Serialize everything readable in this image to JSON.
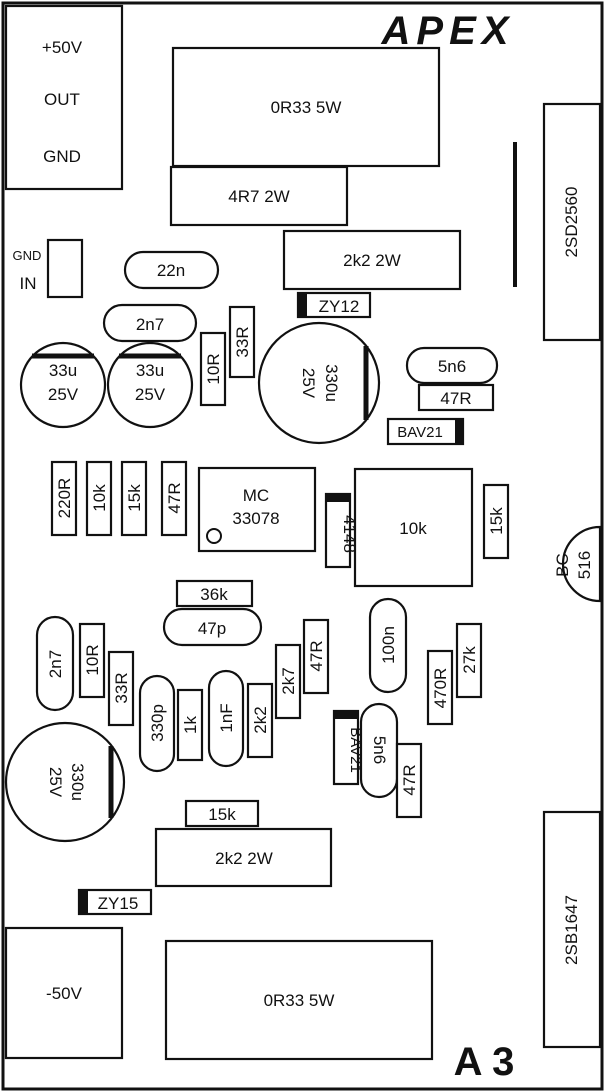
{
  "brand": "APEX",
  "board_id": "A 3",
  "terminals": {
    "top": [
      "+50V",
      "OUT",
      "GND"
    ],
    "input": [
      "GND",
      "IN"
    ],
    "bottom": "-50V"
  },
  "components": {
    "r_0r33_top": "0R33 5W",
    "r_4r7": "4R7 2W",
    "r_2k2_top": "2k2 2W",
    "q_2sd2560": "2SD2560",
    "c_22n": "22n",
    "zy12": "ZY12",
    "c_2n7_top": "2n7",
    "r_33r_top": "33R",
    "r_10r_top": "10R",
    "c_33u_left": [
      "33u",
      "25V"
    ],
    "c_33u_right": [
      "33u",
      "25V"
    ],
    "c_330u_top": [
      "330u",
      "25V"
    ],
    "c_5n6_top": "5n6",
    "r_47r_top": "47R",
    "bav21_top": "BAV21",
    "r_220r": "220R",
    "r_10k_small": "10k",
    "r_15k_left": "15k",
    "r_47r_left": "47R",
    "ic_mc33078": [
      "MC",
      "33078"
    ],
    "d_4148": "4148",
    "pot_10k": "10k",
    "r_15k_right": "15k",
    "q_bc516": [
      "BC",
      "516"
    ],
    "r_36k": "36k",
    "c_47p": "47p",
    "c_2n7_bottom": "2n7",
    "r_10r_bottom": "10R",
    "r_33r_bottom": "33R",
    "c_330p": "330p",
    "r_1k": "1k",
    "c_1nf": "1nF",
    "r_2k2_small": "2k2",
    "r_2k7": "2k7",
    "r_47r_mid": "47R",
    "c_100n": "100n",
    "r_470r": "470R",
    "r_27k": "27k",
    "bav21_bottom": "BAV21",
    "c_5n6_bottom": "5n6",
    "r_47r_bottom": "47R",
    "c_330u_bottom": [
      "330u",
      "25V"
    ],
    "r_15k_bottom": "15k",
    "r_2k2_bottom": "2k2 2W",
    "zy15": "ZY15",
    "q_2sb1647": "2SB1647",
    "r_0r33_bottom": "0R33 5W"
  },
  "colors": {
    "ink": "#111111",
    "paper": "#ffffff"
  }
}
